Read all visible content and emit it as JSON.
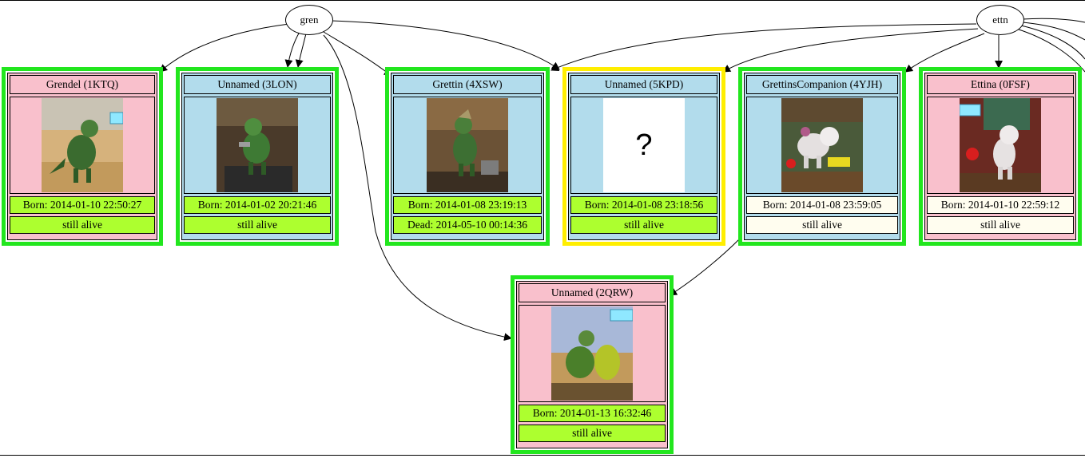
{
  "source_nodes": [
    {
      "id": "gren",
      "label": "gren"
    },
    {
      "id": "ettn",
      "label": "ettn"
    }
  ],
  "creatures": [
    {
      "id": "1KTQ",
      "title": "Grendel (1KTQ)",
      "born": "Born: 2014-01-10 22:50:27",
      "status": "still alive",
      "picture": "grendel-photo"
    },
    {
      "id": "3LON",
      "title": "Unnamed (3LON)",
      "born": "Born: 2014-01-02 20:21:46",
      "status": "still alive",
      "picture": "grendel-photo"
    },
    {
      "id": "4XSW",
      "title": "Grettin (4XSW)",
      "born": "Born: 2014-01-08 23:19:13",
      "status": "Dead: 2014-05-10 00:14:36",
      "picture": "grettin-photo"
    },
    {
      "id": "5KPD",
      "title": "Unnamed (5KPD)",
      "born": "Born: 2014-01-08 23:18:56",
      "status": "still alive",
      "picture": "unknown",
      "placeholder": "?"
    },
    {
      "id": "4YJH",
      "title": "GrettinsCompanion (4YJH)",
      "born": "Born: 2014-01-08 23:59:05",
      "status": "still alive",
      "picture": "ettin-photo"
    },
    {
      "id": "0FSF",
      "title": "Ettina (0FSF)",
      "born": "Born: 2014-01-10 22:59:12",
      "status": "still alive",
      "picture": "ettin-photo"
    },
    {
      "id": "2QRW",
      "title": "Unnamed (2QRW)",
      "born": "Born: 2014-01-13 16:32:46",
      "status": "still alive",
      "picture": "grendel-photo"
    }
  ],
  "colors": {
    "alive_border": "#22e61e",
    "pending_border": "#ffee00",
    "female_fill": "#f9c0cc",
    "male_fill": "#b2dcec",
    "highlight_cell": "#adff2f",
    "plain_cell": "#fffdef"
  }
}
